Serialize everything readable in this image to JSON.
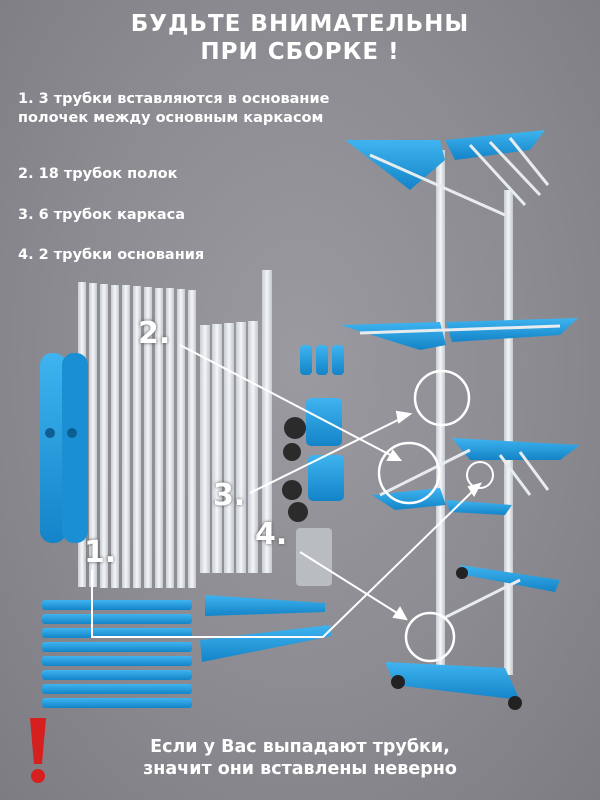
{
  "title": {
    "line1": "БУДЬТЕ ВНИМАТЕЛЬНЫ",
    "line2": "ПРИ СБОРКЕ !"
  },
  "steps": [
    {
      "text": "1. 3 трубки вставляются в основание полочек между основным каркасом"
    },
    {
      "text": "2. 18 трубок полок"
    },
    {
      "text": "3. 6 трубок каркаса"
    },
    {
      "text": "4. 2 трубки основания"
    }
  ],
  "callouts": [
    "1.",
    "2.",
    "3.",
    "4."
  ],
  "warning": {
    "icon": "exclamation-icon",
    "line1": "Если у Вас выпадают трубки,",
    "line2": "значит они вставлены неверно"
  },
  "colors": {
    "accent": "#1e9be0",
    "background": "#8e8e93",
    "tube": "#e8ecef",
    "warning": "#d61f1f"
  }
}
